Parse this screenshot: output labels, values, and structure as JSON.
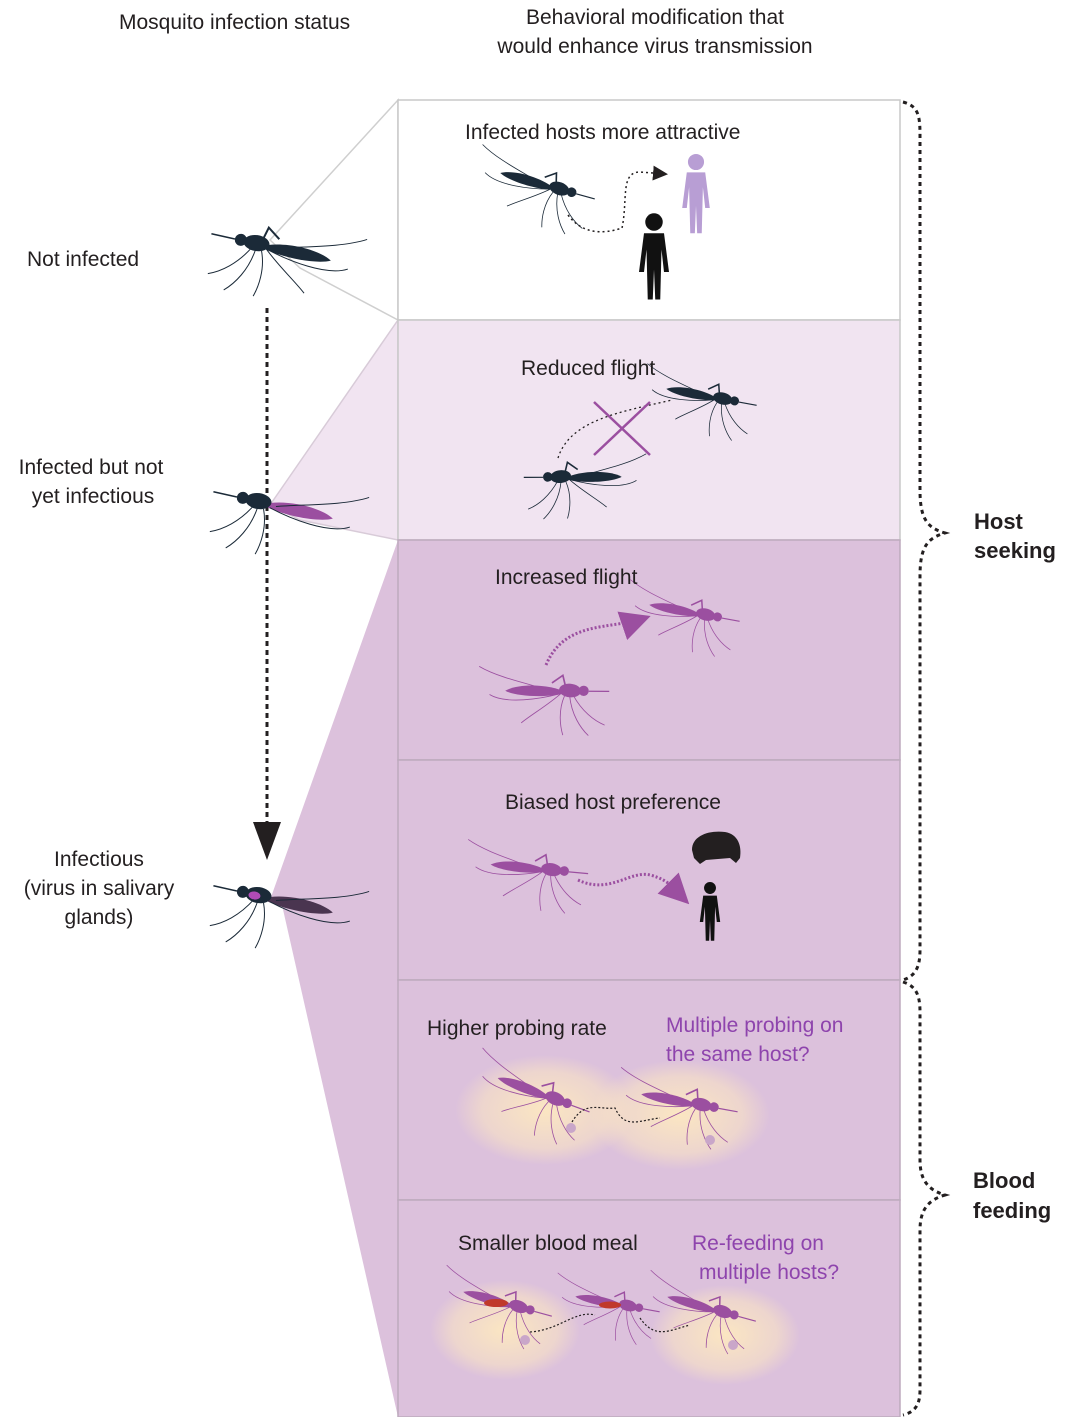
{
  "headers": {
    "status_column": "Mosquito infection status",
    "behavior_column_line1": "Behavioral modification that",
    "behavior_column_line2": "would enhance virus transmission"
  },
  "status_stages": [
    {
      "lines": [
        "Not infected"
      ]
    },
    {
      "lines": [
        "Infected but not",
        "yet infectious"
      ]
    },
    {
      "lines": [
        "Infectious",
        "(virus in salivary",
        "glands)"
      ]
    }
  ],
  "panels": [
    {
      "title": "Infected hosts more attractive",
      "note": []
    },
    {
      "title": "Reduced flight",
      "note": []
    },
    {
      "title": "Increased flight",
      "note": []
    },
    {
      "title": "Biased host preference",
      "note": []
    },
    {
      "title": "Higher probing rate",
      "note": [
        "Multiple probing on",
        "the same host?"
      ]
    },
    {
      "title": "Smaller blood meal",
      "note": [
        "Re-feeding on",
        "multiple hosts?"
      ]
    }
  ],
  "phases": [
    {
      "lines": [
        "Host",
        "seeking"
      ]
    },
    {
      "lines": [
        "Blood",
        "feeding"
      ]
    }
  ],
  "colors": {
    "text": "#231f20",
    "accent_purple": "#8e44ad",
    "panel_white": "#ffffff",
    "panel_light_purple": "#f1e4f1",
    "panel_purple": "#dcc1dc",
    "mosquito_dark": "#1b2a38",
    "mosquito_purple": "#9b4fa0",
    "blood_red": "#c0392b",
    "glow": "#fbe6c2"
  }
}
